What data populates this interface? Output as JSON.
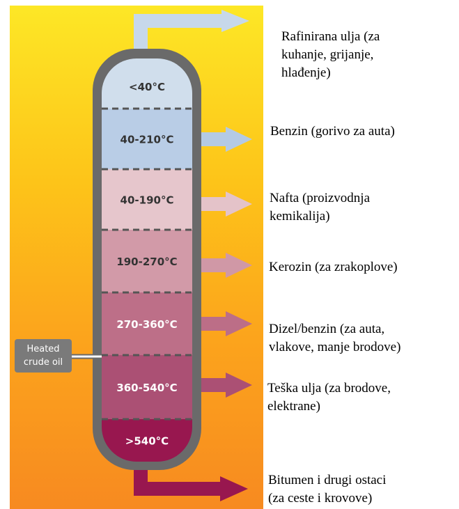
{
  "feed_label": [
    "Heated",
    "crude oil"
  ],
  "fractions": [
    {
      "temp": "<40°C",
      "product": "Rafinirana ulja (za\nkuhanje, grijanje,\nhlađenje)",
      "color": "#d0deec",
      "arrow_color": "#c7d8ea",
      "text_color": "#333333"
    },
    {
      "temp": "40-210°C",
      "product": "Benzin (gorivo za auta)",
      "color": "#b9cde6",
      "arrow_color": "#b4cae4",
      "text_color": "#333333"
    },
    {
      "temp": "40-190°C",
      "product": "Nafta (proizvodnja\nkemikalija)",
      "color": "#e6c6cc",
      "arrow_color": "#e4c3c9",
      "text_color": "#333333"
    },
    {
      "temp": "190-270°C",
      "product": "Kerozin (za zrakoplove)",
      "color": "#d29aa8",
      "arrow_color": "#d098a6",
      "text_color": "#333333"
    },
    {
      "temp": "270-360°C",
      "product": "Dizel/benzin (za auta,\nvlakove, manje brodove)",
      "color": "#bd6f88",
      "arrow_color": "#bc6e87",
      "text_color": "#ffffff"
    },
    {
      "temp": "360-540°C",
      "product": "Teška ulja (za brodove,\nelektrane)",
      "color": "#ab5074",
      "arrow_color": "#ab5074",
      "text_color": "#ffffff"
    },
    {
      "temp": ">540°C",
      "product": "Bitumen i drugi ostaci\n(za ceste i krovove)",
      "color": "#98174f",
      "arrow_color": "#98174f",
      "text_color": "#ffffff"
    }
  ]
}
